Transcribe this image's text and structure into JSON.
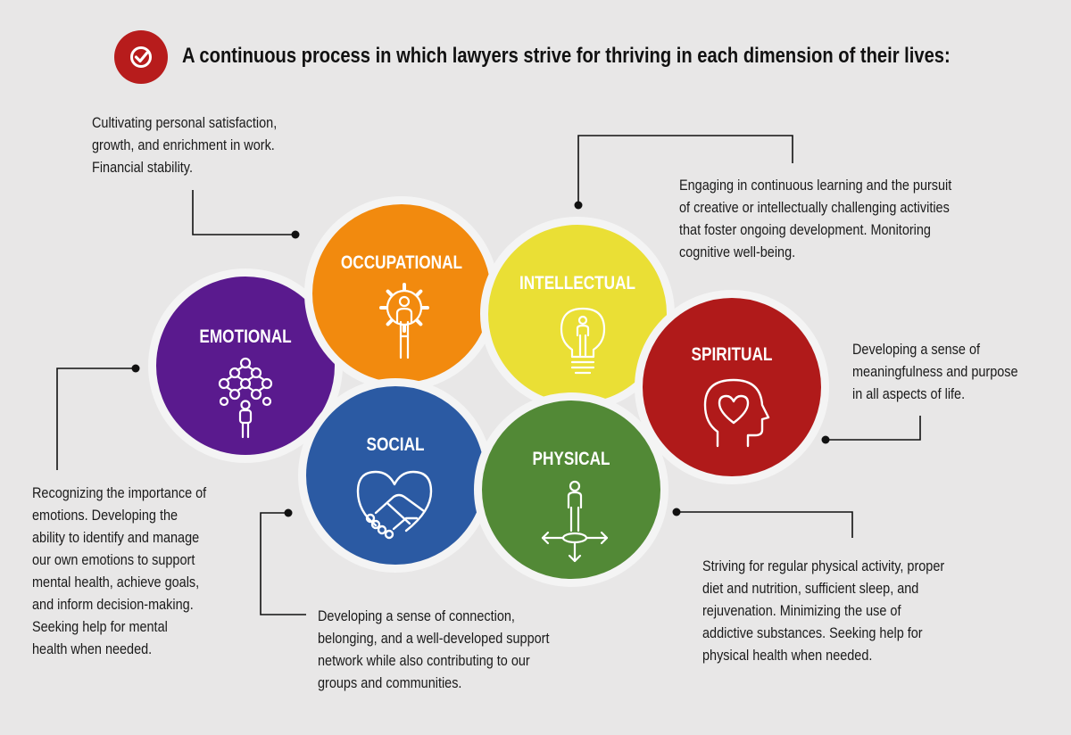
{
  "title": "A continuous process in which lawyers strive for thriving in each dimension of their lives:",
  "colors": {
    "background": "#e8e7e7",
    "badge": "#b71c1c",
    "occupational": "#f28a0e",
    "intellectual": "#eadf35",
    "emotional": "#5a1a8e",
    "spiritual": "#b01a1a",
    "social": "#2b5aa3",
    "physical": "#528936"
  },
  "dimensions": {
    "occupational": {
      "label": "OCCUPATIONAL",
      "icon": "gear-person-icon",
      "description": [
        "Cultivating personal satisfaction,",
        "growth, and enrichment in work.",
        "Financial stability."
      ]
    },
    "intellectual": {
      "label": "INTELLECTUAL",
      "icon": "lightbulb-person-icon",
      "description": [
        "Engaging in continuous learning and the pursuit",
        "of creative or intellectually challenging activities",
        "that foster ongoing development. Monitoring",
        "cognitive well-being."
      ]
    },
    "emotional": {
      "label": "EMOTIONAL",
      "icon": "network-person-icon",
      "description": [
        "Recognizing the importance of",
        "emotions. Developing the",
        "ability to identify and manage",
        "our own emotions to support",
        "mental health, achieve goals,",
        "and inform decision-making.",
        "Seeking help for mental",
        "health when needed."
      ]
    },
    "spiritual": {
      "label": "SPIRITUAL",
      "icon": "head-heart-icon",
      "description": [
        "Developing a sense of",
        "meaningfulness and purpose",
        "in all aspects of life."
      ]
    },
    "social": {
      "label": "SOCIAL",
      "icon": "heart-handshake-icon",
      "description": [
        "Developing a sense of connection,",
        "belonging, and a well-developed support",
        "network while also contributing to our",
        "groups and communities."
      ]
    },
    "physical": {
      "label": "PHYSICAL",
      "icon": "person-arrows-icon",
      "description": [
        "Striving for regular physical activity,  proper",
        "diet and nutrition, sufficient sleep, and",
        "rejuvenation. Minimizing the use of",
        "addictive substances. Seeking help for",
        "physical health when needed."
      ]
    }
  }
}
